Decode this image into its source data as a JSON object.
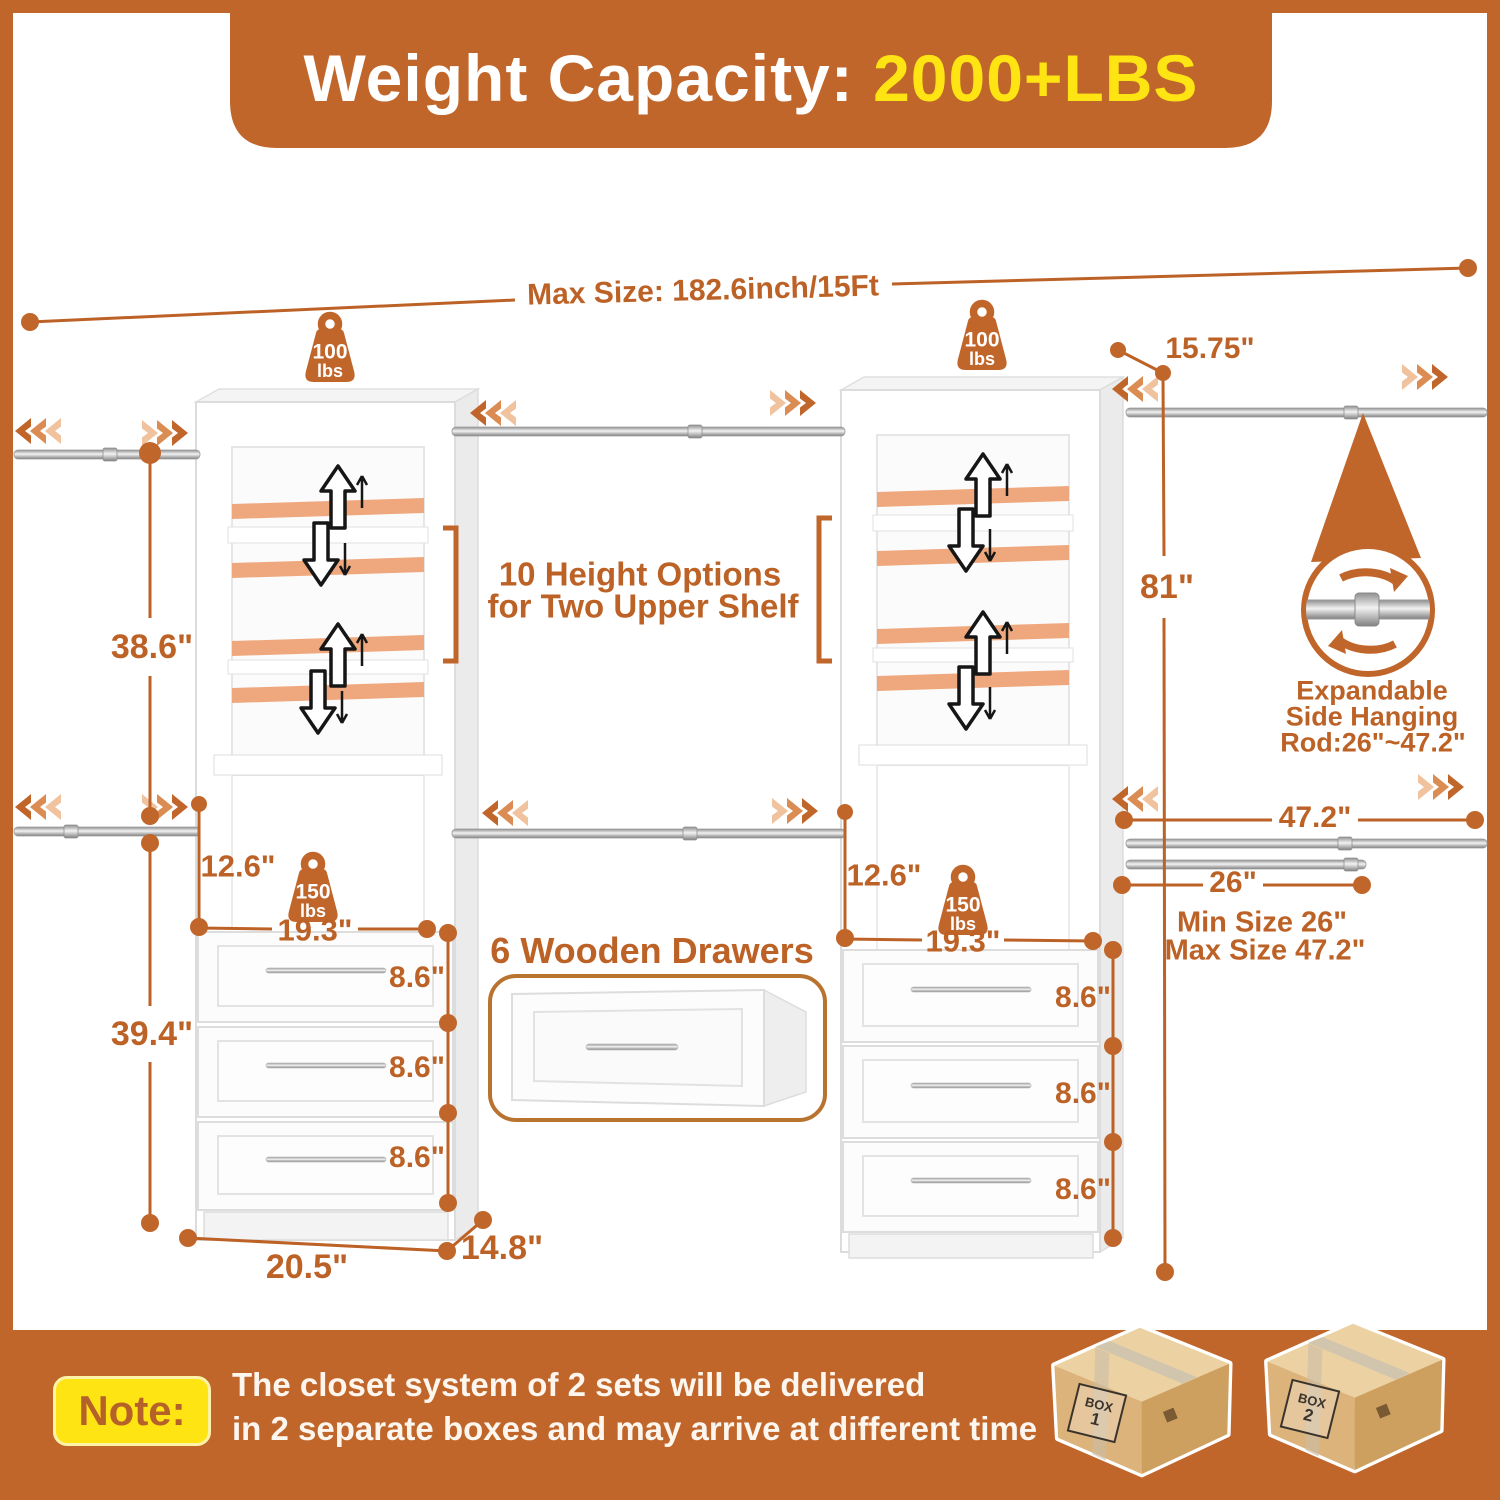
{
  "header": {
    "prefix": "Weight Capacity: ",
    "highlight": "2000+LBS"
  },
  "dims": {
    "max_size": "Max Size: 182.6inch/15Ft",
    "top_depth": "15.75\"",
    "upper_left_height": "38.6\"",
    "right_total_height": "81\"",
    "rod_drop_left": "12.6\"",
    "rod_drop_right": "12.6\"",
    "tower_width_left": "19.3\"",
    "tower_width_right": "19.3\"",
    "drawer_h": [
      "8.6\"",
      "8.6\"",
      "8.6\"",
      "8.6\"",
      "8.6\"",
      "8.6\""
    ],
    "lower_left_height": "39.4\"",
    "base_width": "20.5\"",
    "base_depth": "14.8\"",
    "rod_max": "47.2\"",
    "rod_min": "26\"",
    "rod_min_line": "Min Size 26\"",
    "rod_max_line": "Max Size 47.2\""
  },
  "labels": {
    "height_options_1": "10 Height Options",
    "height_options_2": "for Two Upper Shelf",
    "wooden_drawers": "6 Wooden Drawers",
    "expandable_1": "Expandable",
    "expandable_2": "Side Hanging",
    "expandable_3": "Rod:26\"~47.2\"",
    "weight_top_value": "100",
    "weight_top_unit": "lbs",
    "weight_shelf_value": "150",
    "weight_shelf_unit": "lbs"
  },
  "note": {
    "badge": "Note:",
    "line1": "The closet system of 2 sets will be delivered",
    "line2": "in 2 separate boxes and may arrive at different time"
  },
  "boxes": [
    {
      "word": "BOX",
      "num": "1"
    },
    {
      "word": "BOX",
      "num": "2"
    }
  ],
  "colors": {
    "accent": "#c1662b",
    "dimension": "#bd6226",
    "yellow": "#ffe414",
    "shelf": "#efa87d"
  }
}
